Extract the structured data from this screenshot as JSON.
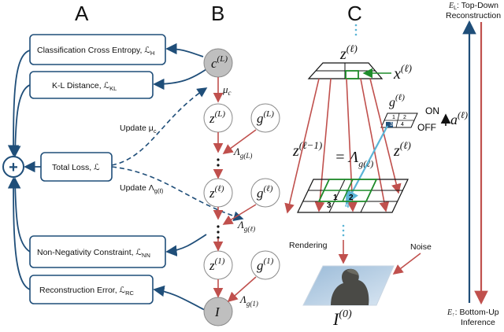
{
  "panels": {
    "a": "A",
    "b": "B",
    "c": "C"
  },
  "loss_boxes": {
    "classification": "Classification Cross Entropy, ℒ",
    "classification_sub": "H",
    "kl": "K-L Distance, ℒ",
    "kl_sub": "KL",
    "total": "Total Loss, ℒ",
    "nonneg": "Non-Negativity Constraint, ℒ",
    "nonneg_sub": "NN",
    "recon": "Reconstruction Error, ℒ",
    "recon_sub": "RC"
  },
  "sum_symbol": "+",
  "updates": {
    "mu": "Update μ",
    "mu_sub": "c",
    "lambda": "Update Λ",
    "lambda_sub": "g(ℓ)"
  },
  "nodes": {
    "c": "c",
    "c_sup": "(L)",
    "z_top": "z",
    "z_top_sup": "(L)",
    "g_top": "g",
    "g_top_sup": "(L)",
    "z_mid": "z",
    "z_mid_sup": "(ℓ)",
    "g_mid": "g",
    "g_mid_sup": "(ℓ)",
    "z_bot": "z",
    "z_bot_sup": "(1)",
    "g_bot": "g",
    "g_bot_sup": "(1)",
    "image": "I"
  },
  "edge_labels": {
    "mu": "μ",
    "mu_sub": "c",
    "lambda_L": "Λ",
    "lambda_L_sub": "g(L)",
    "lambda_l": "Λ",
    "lambda_l_sub": "g(ℓ)",
    "lambda_1": "Λ",
    "lambda_1_sub": "g(1)"
  },
  "panel_c": {
    "z_label": "z",
    "z_sup": "(ℓ)",
    "x_label": "x",
    "x_sup": "(ℓ)",
    "g_label": "g",
    "g_sup": "(ℓ)",
    "on": "ON",
    "off": "OFF",
    "a_label": "a",
    "a_sup": "(ℓ)",
    "eq_left": "z",
    "eq_left_sup": "(ℓ−1)",
    "eq_mid": "= Λ",
    "eq_mid_sub": "g(ℓ)",
    "eq_right": "z",
    "eq_right_sup": "(ℓ)",
    "grid_numbers": [
      "1",
      "2",
      "3",
      "4"
    ],
    "switch_numbers": [
      "1",
      "2",
      "3",
      "4"
    ],
    "rendering": "Rendering",
    "noise": "Noise",
    "image_label": "I",
    "image_sup": "(0)"
  },
  "side_labels": {
    "top": "E",
    "top_sub": "L",
    "top_rest": ": Top-Down",
    "top_line2": "Reconstruction",
    "bottom": "E",
    "bottom_sub": "↑",
    "bottom_rest": ": Bottom-Up",
    "bottom_line2": "Inference"
  },
  "colors": {
    "navy": "#1f4e79",
    "red": "#c0504d",
    "green": "#1e8b2a",
    "cyan": "#5ab4d6",
    "node_gray": "#bfbfbf"
  }
}
